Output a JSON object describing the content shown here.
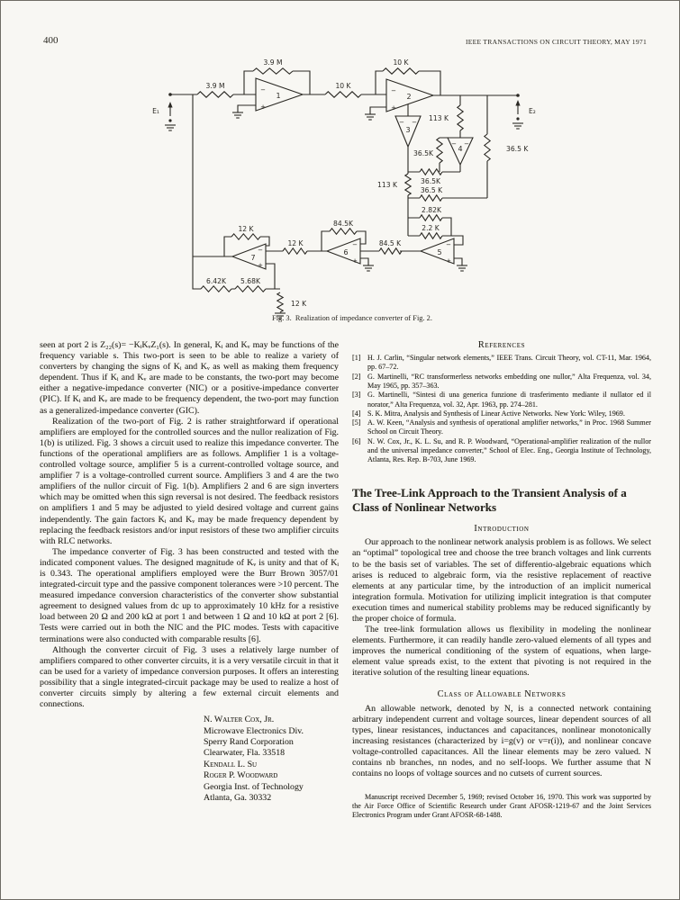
{
  "page": {
    "number": "400",
    "journal": "IEEE TRANSACTIONS ON CIRCUIT THEORY, MAY 1971"
  },
  "figure": {
    "caption": "Fig. 3.  Realization of impedance converter of Fig. 2.",
    "ports": {
      "p1": "E₁",
      "p2": "E₂"
    },
    "amps": {
      "a1": "1",
      "a2": "2",
      "a3": "3",
      "a4": "4",
      "a5": "5",
      "a6": "6",
      "a7": "7"
    },
    "sign_minus": "−",
    "sign_plus": "+",
    "labels": {
      "fb1": "3.9 M",
      "rin": "3.9 M",
      "fb2": "10 K",
      "r12": "10 K",
      "r113top": "113 K",
      "r113left": "113 K",
      "r365v1": "36.5K",
      "r365v2": "36.5 K",
      "r365h1": "36.5K",
      "r365h2": "36.5 K",
      "r282": "2.82K",
      "r22": "2.2 K",
      "fb6": "84.5K",
      "r65": "84.5 K",
      "fb7": "12 K",
      "r76": "12 K",
      "r642": "6.42K",
      "r568": "5.68K",
      "r12g": "12 K"
    }
  },
  "left_column": {
    "para1": "seen at port 2 is Z₂₂(s)= −KᵢKᵥZ₁(s). In general, Kᵢ and Kᵥ may be functions of the frequency variable s. This two-port is seen to be able to realize a variety of converters by changing the signs of Kᵢ and Kᵥ as well as making them frequency dependent. Thus if Kᵢ and Kᵥ are made to be constants, the two-port may become either a negative-impedance converter (NIC) or a positive-impedance converter (PIC). If Kᵢ and Kᵥ are made to be frequency dependent, the two-port may function as a generalized-impedance converter (GIC).",
    "para2": "Realization of the two-port of Fig. 2 is rather straightforward if operational amplifiers are employed for the controlled sources and the nullor realization of Fig. 1(b) is utilized. Fig. 3 shows a circuit used to realize this impedance converter. The functions of the operational amplifiers are as follows. Amplifier 1 is a voltage-controlled voltage source, amplifier 5 is a current-controlled voltage source, and amplifier 7 is a voltage-controlled current source. Amplifiers 3 and 4 are the two amplifiers of the nullor circuit of Fig. 1(b). Amplifiers 2 and 6 are sign inverters which may be omitted when this sign reversal is not desired. The feedback resistors on amplifiers 1 and 5 may be adjusted to yield desired voltage and current gains independently. The gain factors Kᵢ and Kᵥ may be made frequency dependent by replacing the feedback resistors and/or input resistors of these two amplifier circuits with RLC networks.",
    "para3": "The impedance converter of Fig. 3 has been constructed and tested with the indicated component values. The designed magnitude of Kᵥ is unity and that of Kᵢ is 0.343. The operational amplifiers employed were the Burr Brown 3057/01 integrated-circuit type and the passive component tolerances were >10 percent. The measured impedance conversion characteristics of the converter show substantial agreement to designed values from dc up to approximately 10 kHz for a resistive load between 20 Ω and 200 kΩ at port 1 and between 1 Ω and 10 kΩ at port 2 [6]. Tests were carried out in both the NIC and the PIC modes. Tests with capacitive terminations were also conducted with comparable results [6].",
    "para4": "Although the converter circuit of Fig. 3 uses a relatively large number of amplifiers compared to other converter circuits, it is a very versatile circuit in that it can be used for a variety of impedance conversion purposes. It offers an interesting possibility that a single integrated-circuit package may be used to realize a host of converter circuits simply by altering a few external circuit elements and connections.",
    "authors": [
      "N. Walter Cox, Jr.",
      "Microwave Electronics Div.",
      "Sperry Rand Corporation",
      "Clearwater, Fla. 33518",
      "Kendall L. Su",
      "Roger P. Woodward",
      "Georgia Inst. of Technology",
      "Atlanta, Ga. 30332"
    ]
  },
  "right_column": {
    "references_heading": "References",
    "references": [
      {
        "num": "[1]",
        "text": "H. J. Carlin, “Singular network elements,” IEEE Trans. Circuit Theory, vol. CT-11, Mar. 1964, pp. 67–72."
      },
      {
        "num": "[2]",
        "text": "G. Martinelli, “RC transformerless networks embedding one nullor,” Alta Frequenza, vol. 34, May 1965, pp. 357–363."
      },
      {
        "num": "[3]",
        "text": "G. Martinelli, “Sintesi di una generica funzione di trasferimento mediante il nullator ed il norator,” Alta Frequenza, vol. 32, Apr. 1963, pp. 274–281."
      },
      {
        "num": "[4]",
        "text": "S. K. Mitra, Analysis and Synthesis of Linear Active Networks.  New York: Wiley, 1969."
      },
      {
        "num": "[5]",
        "text": "A. W. Keen, “Analysis and synthesis of operational amplifier networks,” in Proc. 1968 Summer School on Circuit Theory."
      },
      {
        "num": "[6]",
        "text": "N. W. Cox, Jr., K. L. Su, and R. P. Woodward, “Operational-amplifier realization of the nullor and the universal impedance converter,” School of Elec. Eng., Georgia Institute of Technology, Atlanta, Res. Rep. B-703, June 1969."
      }
    ],
    "article_title": "The Tree-Link Approach to the Transient Analysis of a Class of Nonlinear Networks",
    "introduction_heading": "Introduction",
    "intro_para1": "Our approach to the nonlinear network analysis problem is as follows. We select an “optimal” topological tree and choose the tree branch voltages and link currents to be the basis set of variables. The set of differentio-algebraic equations which arises is reduced to algebraic form, via the resistive replacement of reactive elements at any particular time, by the introduction of an implicit numerical integration formula. Motivation for utilizing implicit integration is that computer execution times and numerical stability problems may be reduced significantly by the proper choice of formula.",
    "intro_para2": "The tree-link formulation allows us flexibility in modeling the nonlinear elements. Furthermore, it can readily handle zero-valued elements of all types and improves the numerical conditioning of the system of equations, when large-element value spreads exist, to the extent that pivoting is not required in the iterative solution of the resulting linear equations.",
    "class_heading": "Class of Allowable Networks",
    "class_para": "An allowable network, denoted by N, is a connected network containing arbitrary independent current and voltage sources, linear dependent sources of all types, linear resistances, inductances and capacitances, nonlinear monotonically increasing resistances (characterized by i=g(v) or v=r(i)), and nonlinear concave voltage-controlled capacitances. All the linear elements may be zero valued. N contains nb branches, nn nodes, and no self-loops. We further assume that N contains no loops of voltage sources and no cutsets of current sources.",
    "footnote": "Manuscript received December 5, 1969; revised October 16, 1970. This work was supported by the Air Force Office of Scientific Research under Grant AFOSR-1219-67 and the Joint Services Electronics Program under Grant AFOSR-68-1488."
  }
}
